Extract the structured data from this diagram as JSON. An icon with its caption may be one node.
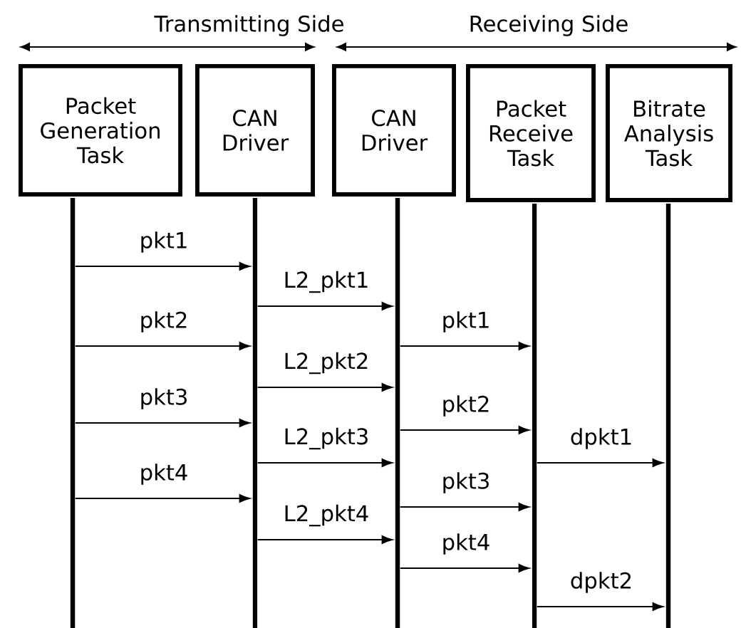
{
  "diagram": {
    "nodes": [
      {
        "text": [
          "Packet Generation Task"
        ]
      },
      {
        "text": [
          "CAN Driver"
        ]
      },
      {
        "text": [
          "CAN Driver"
        ]
      },
      {
        "text": [
          "Packet Receive Task"
        ]
      },
      {
        "text": [
          "Bitrate Analysis Task"
        ]
      },
      {
        "text": [],
        "shape": "bar"
      },
      {
        "text": [],
        "shape": "bar"
      },
      {
        "text": [],
        "shape": "bar"
      },
      {
        "text": [],
        "shape": "bar"
      },
      {
        "text": [],
        "shape": "bar"
      }
    ],
    "edges": [
      {
        "from": 5,
        "to": 6,
        "arrow": "to",
        "label": "pkt1"
      },
      {
        "from": 6,
        "to": 7,
        "arrow": "to",
        "label": "L2_pkt1"
      },
      {
        "from": 5,
        "to": 6,
        "arrow": "to",
        "label": "pkt2"
      },
      {
        "from": 7,
        "to": 8,
        "arrow": "to",
        "label": "pkt1"
      },
      {
        "from": 6,
        "to": 7,
        "arrow": "to",
        "label": "L2_pkt2"
      },
      {
        "from": 5,
        "to": 6,
        "arrow": "to",
        "label": "pkt3"
      },
      {
        "from": 7,
        "to": 8,
        "arrow": "to",
        "label": "pkt2"
      },
      {
        "from": 6,
        "to": 7,
        "arrow": "to",
        "label": "L2_pkt3"
      },
      {
        "from": 8,
        "to": 9,
        "arrow": "to",
        "label": "dpkt1"
      },
      {
        "from": 5,
        "to": 6,
        "arrow": "to",
        "label": "pkt4"
      },
      {
        "from": 7,
        "to": 8,
        "arrow": "to",
        "label": "pkt3"
      },
      {
        "from": 6,
        "to": 7,
        "arrow": "to",
        "label": "L2_pkt4"
      },
      {
        "from": 7,
        "to": 8,
        "arrow": "to",
        "label": "pkt4"
      },
      {
        "from": 8,
        "to": 9,
        "arrow": "to",
        "label": "dpkt2"
      }
    ],
    "labels": [
      "Transmitting Side",
      "Receiving Side"
    ]
  }
}
